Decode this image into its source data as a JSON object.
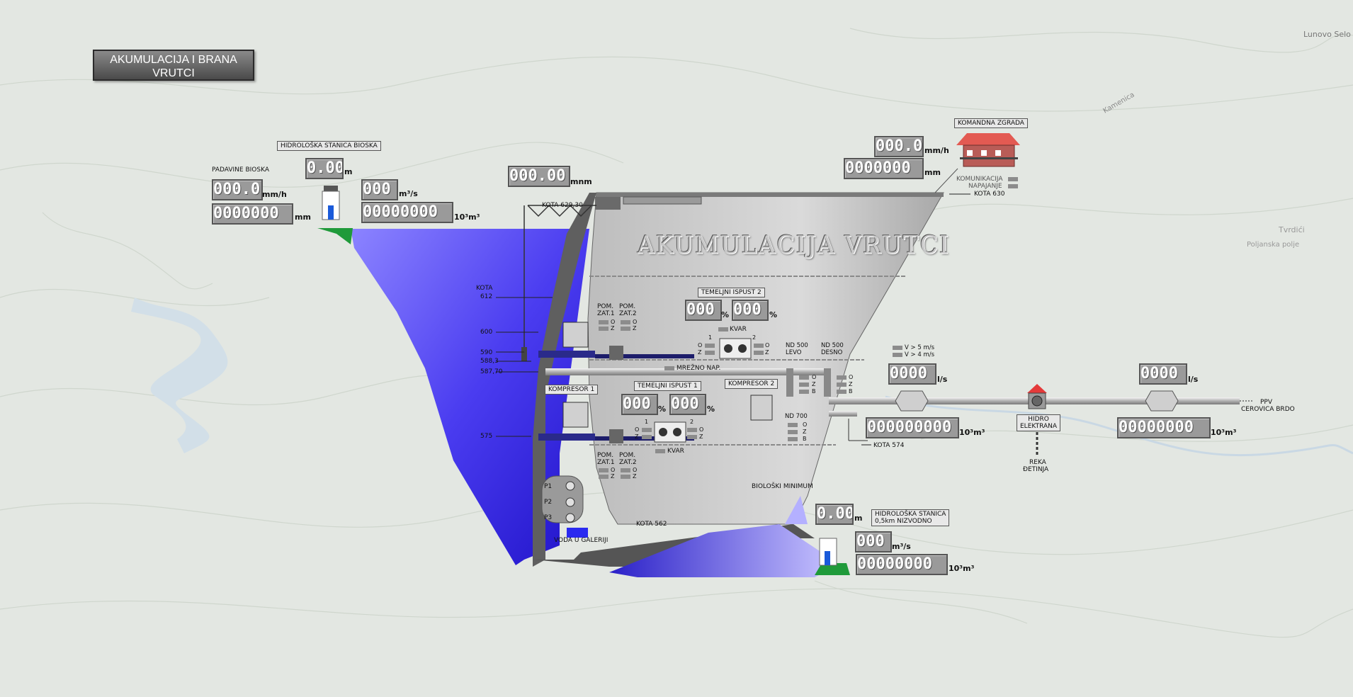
{
  "header": {
    "title_line1": "AKUMULACIJA I BRANA",
    "title_line2": "VRUTCI"
  },
  "reservoir_title": "AKUMULACIJA VRUTCI",
  "bioska": {
    "station_label": "HIDROLOŠKA STANICA BIOSKA",
    "rain_label": "PADAVINE BIOSKA",
    "rain_rate": "000.0",
    "rain_rate_unit": "mm/h",
    "rain_total": "0000000",
    "rain_total_unit": "mm",
    "level": "0.00",
    "level_unit": "m",
    "flow": "000",
    "flow_unit": "m³/s",
    "volume": "00000000",
    "volume_unit": "10³m³"
  },
  "dam": {
    "level": "000.00",
    "level_unit": "mnm",
    "crest_label": "KOTA 629,30",
    "kota_label": "KOTA",
    "elevations": [
      "612",
      "600",
      "590",
      "588,3",
      "587,70",
      "575"
    ],
    "bottom_label": "KOTA 562",
    "gallery_label": "VODA U GALERIJI",
    "pumps": [
      "P1",
      "P2",
      "P3"
    ],
    "network_label": "MREŽNO NAP."
  },
  "komandna": {
    "label": "KOMANDNA ZGRADA",
    "rain_rate": "000.0",
    "rain_rate_unit": "mm/h",
    "rain_total": "0000000",
    "rain_total_unit": "mm",
    "comm_label": "KOMUNIKACIJA",
    "power_label": "NAPAJANJE",
    "kota_label": "KOTA 630"
  },
  "ispust2": {
    "label": "TEMELJNI ISPUST 2",
    "val1": "000",
    "val2": "000",
    "unit": "%",
    "zat1": "POM. ZAT.1",
    "zat2": "POM. ZAT.2",
    "kvar_label": "KVAR",
    "one": "1",
    "two": "2",
    "o": "O",
    "z": "Z"
  },
  "ispust1": {
    "label": "TEMELJNI ISPUST 1",
    "val1": "000",
    "val2": "000",
    "unit": "%",
    "zat1": "POM. ZAT.1",
    "zat2": "POM. ZAT.2",
    "kvar_label": "KVAR",
    "one": "1",
    "two": "2",
    "o": "O",
    "z": "Z"
  },
  "kompresor1": "KOMPRESOR 1",
  "kompresor2": "KOMPRESOR 2",
  "nd": {
    "left_label1": "ND 500",
    "left_label2": "LEVO",
    "right_label1": "ND 500",
    "right_label2": "DESNO",
    "nd700": "ND 700",
    "o": "O",
    "z": "Z",
    "b": "B"
  },
  "wind": {
    "v5": "V > 5 m/s",
    "v4": "V > 4 m/s"
  },
  "outflow1": {
    "flow": "0000",
    "flow_unit": "l/s",
    "volume": "000000000",
    "volume_unit": "10³m³",
    "kota_label": "KOTA 574"
  },
  "hidroelektrana": {
    "label_line1": "HIDRO",
    "label_line2": "ELEKTRANA",
    "river1": "REKA",
    "river2": "ĐETINJA"
  },
  "outflow2": {
    "flow": "0000",
    "flow_unit": "l/s",
    "volume": "00000000",
    "volume_unit": "10³m³",
    "dest1": "PPV",
    "dest2": "CEROVICA BRDO"
  },
  "bio_min": "BIOLOŠKI MINIMUM",
  "nizvodno": {
    "label_line1": "HIDROLOŠKA STANICA",
    "label_line2": "0,5km NIZVODNO",
    "level": "0.00",
    "level_unit": "m",
    "flow": "000",
    "flow_unit": "m³/s",
    "volume": "00000000",
    "volume_unit": "10³m³"
  },
  "map": {
    "places": [
      "Lunovo Selo",
      "Kamenica",
      "Tvrdići",
      "Poljanska polje"
    ]
  },
  "colors": {
    "water": "#3c2fe0",
    "dam": "#6a6a6a",
    "display_bg": "#9a9a9a",
    "roof": "#e0605a"
  }
}
